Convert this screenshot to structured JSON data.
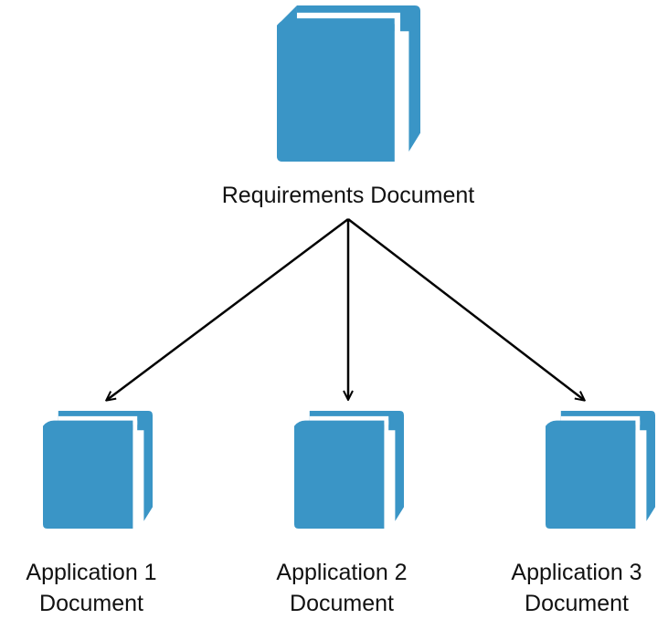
{
  "colors": {
    "book": "#3a95c6",
    "book_pages": "#ffffff",
    "arrow": "#000000",
    "background": "#ffffff"
  },
  "icons": {
    "document": "book-icon"
  },
  "root": {
    "label": "Requirements Document"
  },
  "children": [
    {
      "line1": "Application 1",
      "line2": "Document"
    },
    {
      "line1": "Application 2",
      "line2": "Document"
    },
    {
      "line1": "Application 3",
      "line2": "Document"
    }
  ]
}
